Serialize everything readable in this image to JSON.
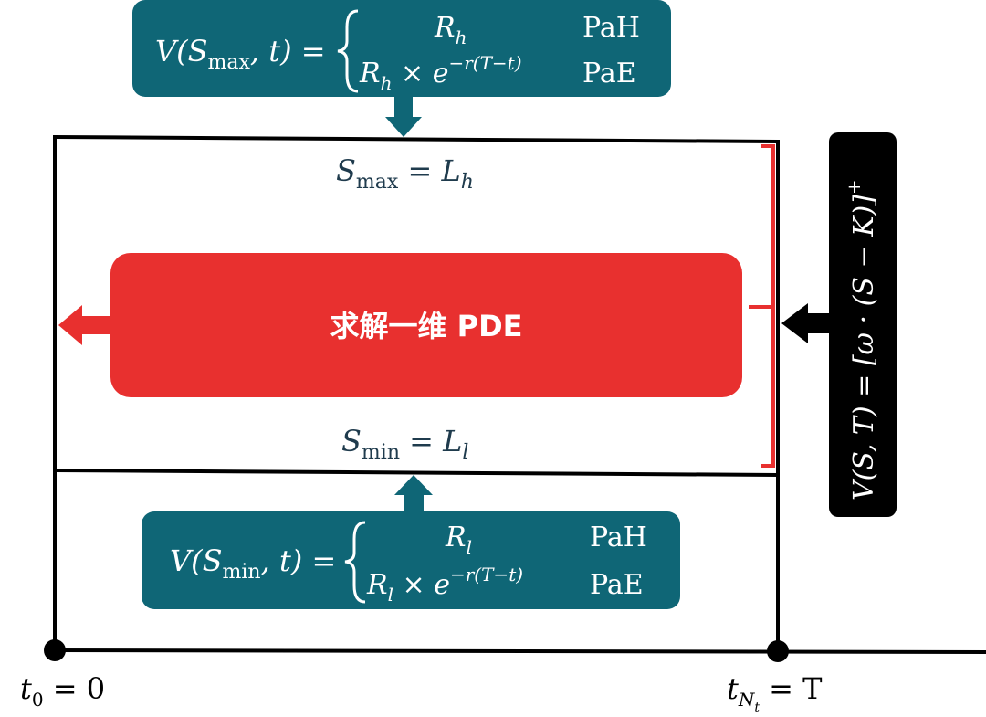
{
  "top_box": {
    "lhs": "V(S",
    "lhs_sub": "max",
    "lhs_end": ", t) =",
    "case1_expr": "R",
    "case1_sub": "h",
    "case1_label": "PaH",
    "case2_expr": "R",
    "case2_sub": "h",
    "case2_mid": " × e",
    "case2_sup": "−r(T−t)",
    "case2_label": "PaE"
  },
  "bottom_box": {
    "lhs": "V(S",
    "lhs_sub": "min",
    "lhs_end": ", t) =",
    "case1_expr": "R",
    "case1_sub": "l",
    "case1_label": "PaH",
    "case2_expr": "R",
    "case2_sub": "l",
    "case2_mid": " × e",
    "case2_sup": "−r(T−t)",
    "case2_label": "PaE"
  },
  "upper_boundary": {
    "s": "S",
    "sub": "max",
    "eq": " = L",
    "l_sub": "h"
  },
  "lower_boundary": {
    "s": "S",
    "sub": "min",
    "eq": " = L",
    "l_sub": "l"
  },
  "center_box": {
    "label": "求解一维 PDE"
  },
  "terminal_condition": {
    "text": "V(S, T) = [ω · (S − K)]",
    "sup": "+"
  },
  "time_axis": {
    "start_t": "t",
    "start_sub": "0",
    "start_eq": " = 0",
    "end_t": "t",
    "end_sub": "N",
    "end_subsub": "t",
    "end_eq": " = T"
  },
  "colors": {
    "teal": "#0f6676",
    "red": "#e8302f",
    "black": "#000000",
    "math_text": "#1f3b4d"
  }
}
